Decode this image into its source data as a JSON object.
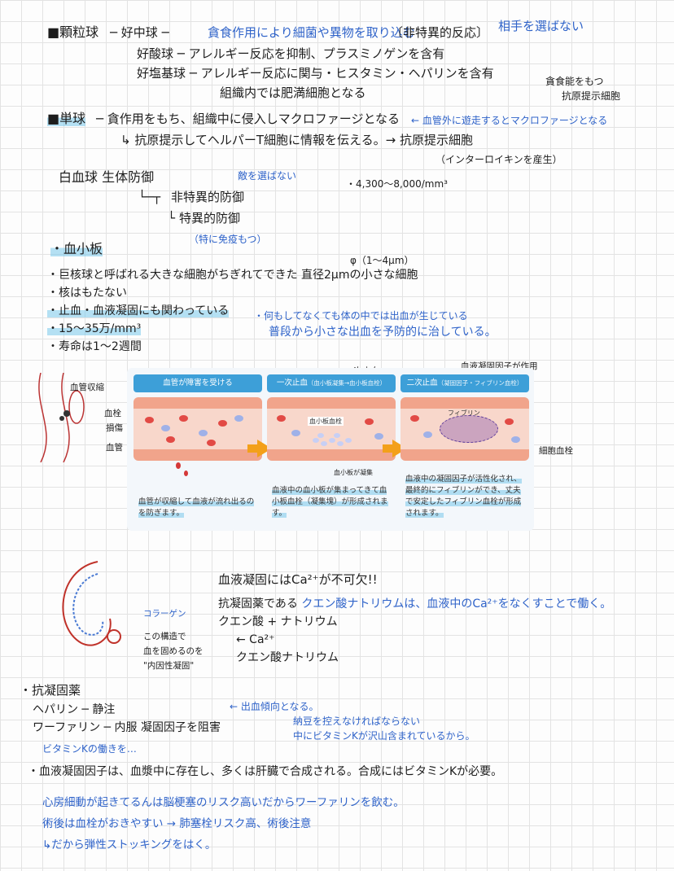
{
  "note": {
    "gran_heading": "■顆粒球",
    "gran_neut": "─ 好中球 ─",
    "gran_neut_desc": "貪食作用により細菌や異物を取り込む",
    "gran_neut_tag": "〔非特異的反応〕",
    "gran_neut_note": "相手を選ばない",
    "gran_eos": "好酸球 ─ アレルギー反応を抑制、プラスミノゲンを含有",
    "gran_baso": "好塩基球 ─ アレルギー反応に関与・ヒスタミン・ヘパリンを含有",
    "gran_baso_2": "組織内では肥満細胞となる",
    "mono_side_1": "貪食能をもつ",
    "mono_side_2": "抗原提示細胞",
    "mono_heading": "■単球",
    "mono_desc": "─ 貪作用をもち、組織中に侵入しマクロファージとなる",
    "mono_note": "← 血管外に遊走するとマクロファージとなる",
    "mono_desc2": "↳ 抗原提示してヘルパーT細胞に情報を伝える。→ 抗原提示細胞",
    "mono_paren": "（インターロイキンを産生）",
    "wbc_title": "白血球 生体防御",
    "wbc_note": "敵を選ばない",
    "wbc_count": "・4,300〜8,000/mm³",
    "wbc_nonspec": "非特異的防御",
    "wbc_spec": "特異的防御",
    "wbc_spec_note": "（特に免疫もつ）",
    "plt_heading": "・血小板",
    "plt_size": "φ（1〜4μm）",
    "plt_1": "・巨核球と呼ばれる大きな細胞がちぎれてできた 直径2μmの小さな細胞",
    "plt_2": "・核はもたない",
    "plt_3": "・止血・血液凝固にも関わっている",
    "plt_4": "・15〜35万/mm³",
    "plt_5": "・寿命は1〜2週間",
    "plt_note_1": "・何もしてなくても体の中では出血が生じている",
    "plt_note_2": "普段から小さな出血を予防的に治している。"
  },
  "diagram": {
    "left_label_1": "血管収縮",
    "left_label_2": "血栓",
    "left_label_3": "損傷",
    "left_label_4": "血管",
    "anno_top_1": "一次止血",
    "anno_top_2": "血液凝固因子が作用",
    "col1_title": "血管が障害を受ける",
    "col1_caption": "血管が収縮して血液が流れ出るのを防ぎます。",
    "col2_title": "一次止血",
    "col2_sub": "（血小板凝集→血小板血栓）",
    "col2_clot": "血小板血栓",
    "col2_label": "血小板が凝集",
    "col2_caption": "血液中の血小板が集まってきて血小板血栓（凝集塊）が形成されます。",
    "col3_title": "二次止血",
    "col3_sub": "（凝固因子・フィブリン血栓）",
    "col3_fibrin": "フィブリン",
    "col3_caption": "血液中の凝固因子が活性化され、最終的にフィブリンができ、丈夫で安定したフィブリン血栓が形成されます。",
    "right_label": "細胞血栓"
  },
  "coag": {
    "fig_label_1": "コラーゲン",
    "fig_label_2": "この構造で",
    "fig_label_3": "血を固めるのを",
    "fig_label_4": "\"内因性凝固\"",
    "line_1": "血液凝固にはCa²⁺が不可欠!!",
    "line_2a": "抗凝固薬である",
    "line_2b": "クエン酸ナトリウムは、血液中のCa²⁺をなくすことで働く。",
    "line_3": "クエン酸 + ナトリウム",
    "line_4": "← Ca²⁺",
    "line_5": "クエン酸ナトリウム"
  },
  "anti": {
    "heading": "・抗凝固薬",
    "hep": "ヘパリン ─ 静注",
    "warf": "ワーファリン ─ 内服 凝固因子を阻害",
    "bleed_note": "← 出血傾向となる。",
    "natto_1": "納豆を控えなければならない",
    "natto_2": "中にビタミンKが沢山含まれているから。",
    "vitk_note": "ビタミンKの働きを…",
    "factor_line": "・血液凝固因子は、血漿中に存在し、多くは肝臓で合成される。合成にはビタミンKが必要。",
    "af_1": "心房細動が起きてるんは脳梗塞のリスク高いだからワーファリンを飲む。",
    "af_2": "術後は血栓がおきやすい → 肺塞栓リスク高、術後注意",
    "af_3": "↳だから弾性ストッキングをはく。"
  },
  "colors": {
    "ink": "#1d1d1d",
    "blue_ink": "#2f63c9",
    "highlight": "#78c8eb",
    "panel_header": "#3d9fd8",
    "arrow": "#f3a01a",
    "vessel": "#f1a48b",
    "red_cell": "#e24a45"
  }
}
